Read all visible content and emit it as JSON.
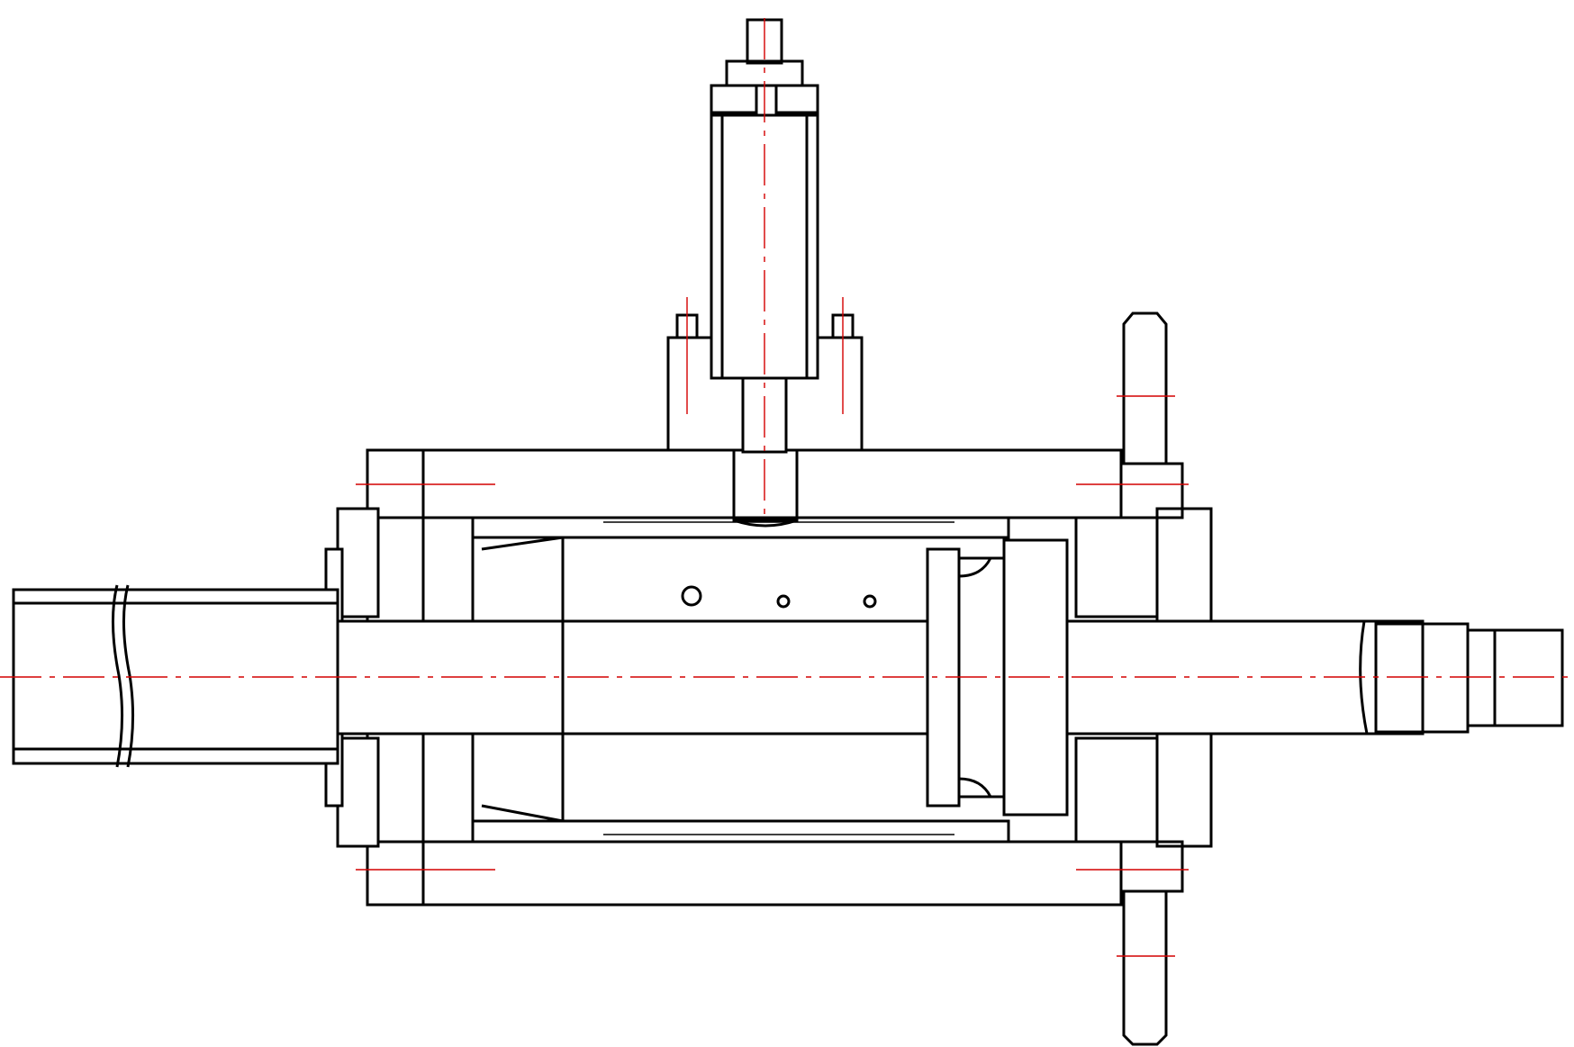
{
  "drawing": {
    "kind": "mechanical cross-section",
    "colors": {
      "outline": "#000000",
      "hatch_black": "#000000",
      "hatch_blue": "#1a8fe0",
      "centerline": "#d40000",
      "background": "#ffffff"
    },
    "parts": [
      "main-cylinder-barrel",
      "vertical-cylinder",
      "piston-rod",
      "piston",
      "left-end-cap",
      "right-end-cap",
      "right-flange",
      "rod-end-coupling",
      "left-tube"
    ]
  }
}
